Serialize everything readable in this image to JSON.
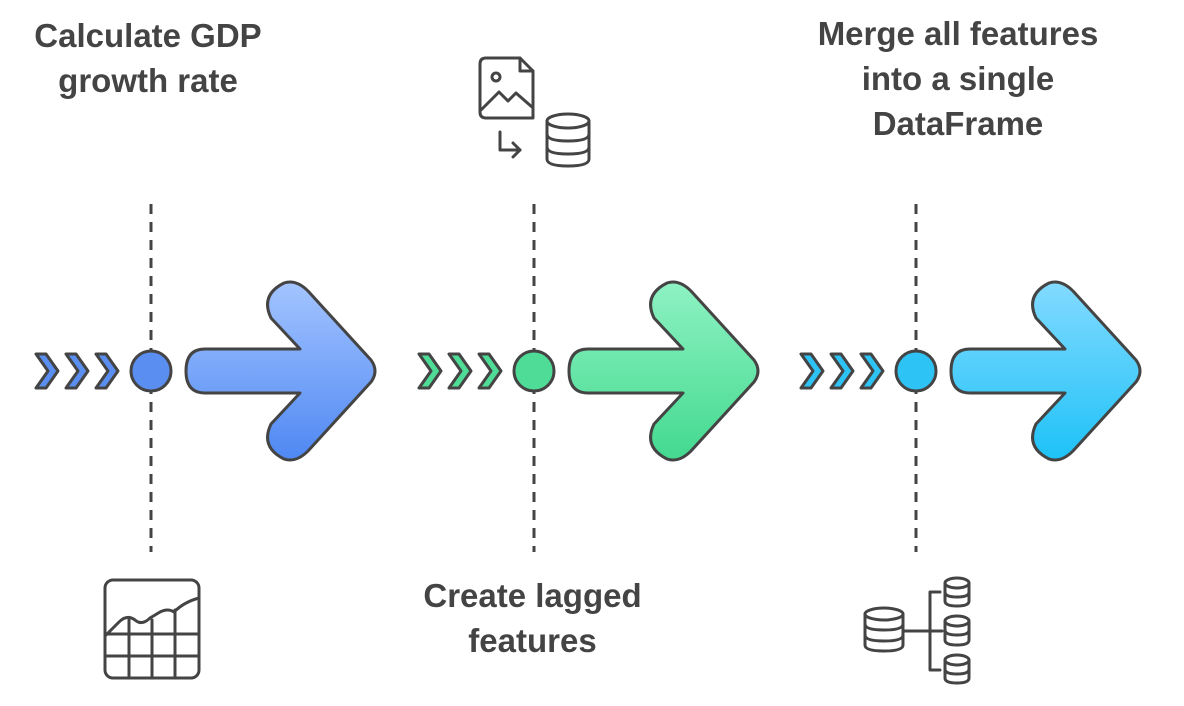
{
  "diagram": {
    "steps": [
      {
        "id": "step1",
        "label_lines": [
          "Calculate GDP",
          "growth rate"
        ],
        "label_position": "top",
        "icon": "line-chart-grid-icon",
        "icon_position": "bottom",
        "colors": {
          "light": "#a3c4ff",
          "dark": "#4f88f3",
          "chevron": "#5a8ef0"
        }
      },
      {
        "id": "step2",
        "label_lines": [
          "Create lagged",
          "features"
        ],
        "label_position": "bottom",
        "icon": "image-to-database-icon",
        "icon_position": "top",
        "colors": {
          "light": "#8ef2c3",
          "dark": "#43d98f",
          "chevron": "#4fdc96"
        }
      },
      {
        "id": "step3",
        "label_lines": [
          "Merge all features",
          "into a single",
          "DataFrame"
        ],
        "label_position": "top",
        "icon": "database-merge-icon",
        "icon_position": "bottom",
        "colors": {
          "light": "#83daff",
          "dark": "#1ec2f7",
          "chevron": "#2ec3f5"
        }
      }
    ],
    "outline_color": "#444444",
    "text_color": "#444444"
  }
}
